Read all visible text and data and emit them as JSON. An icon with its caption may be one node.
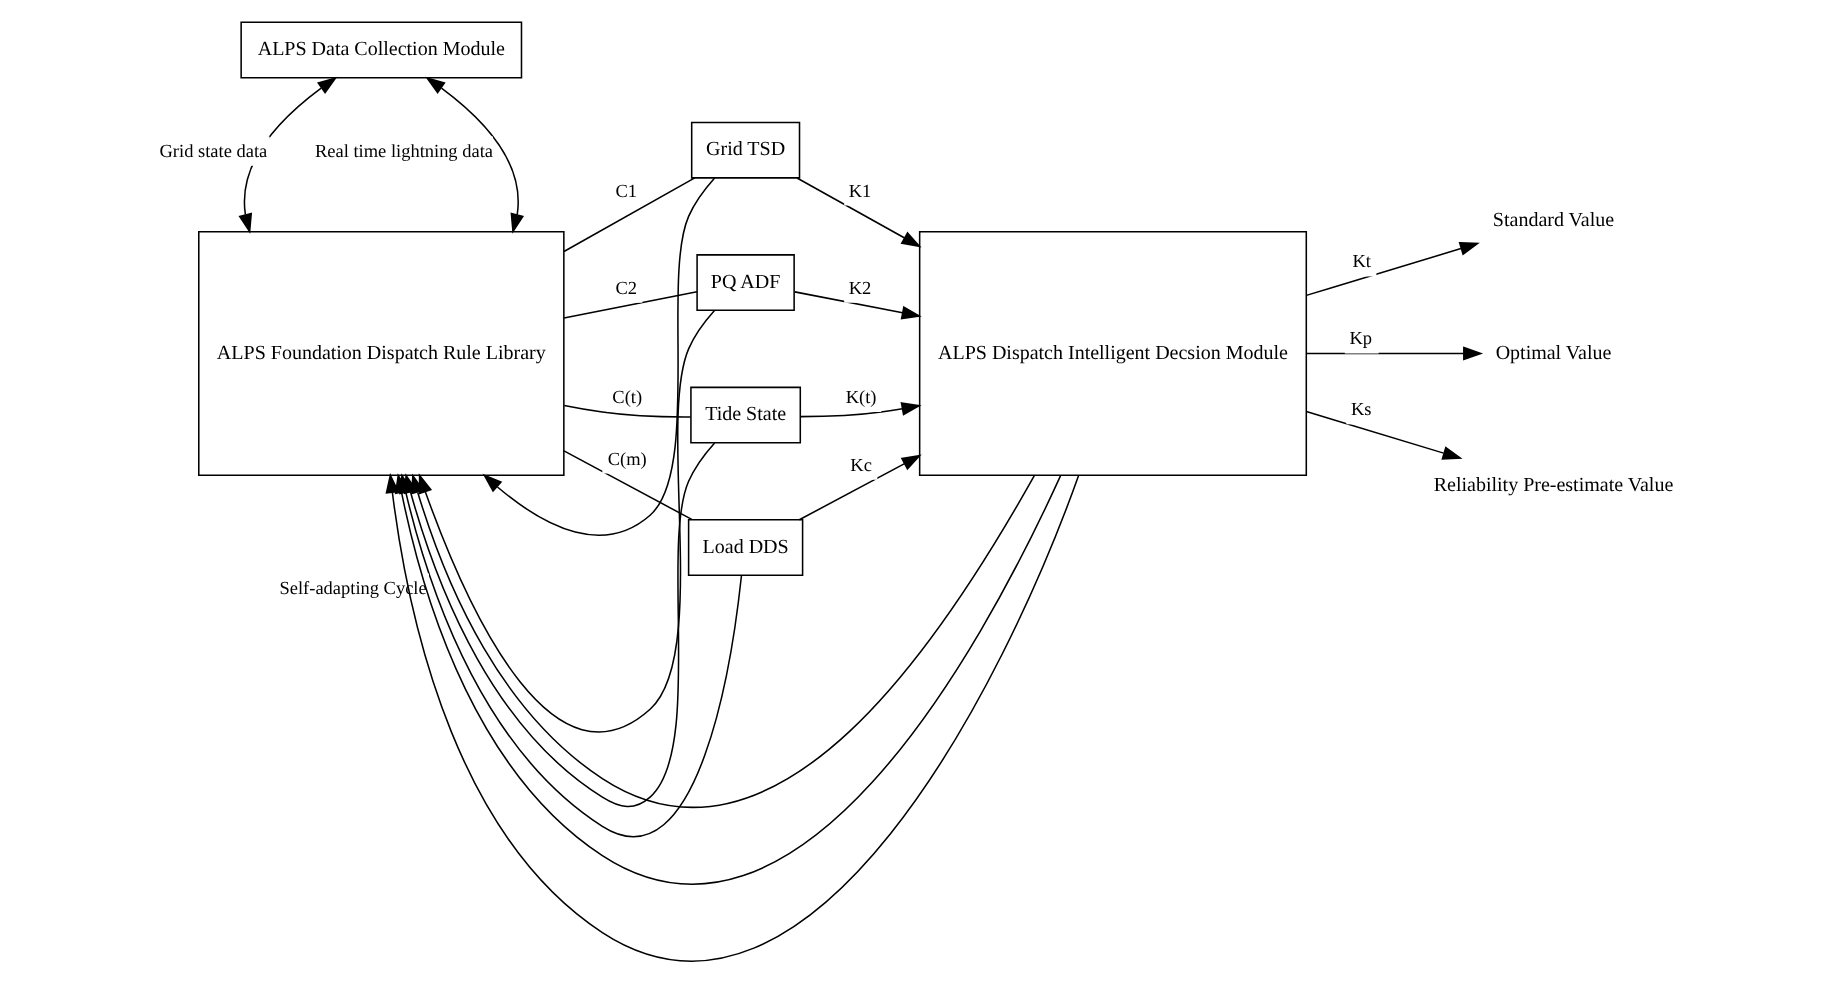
{
  "diagram": {
    "nodes": [
      {
        "text": [
          "ALPS Data Collection Module"
        ]
      },
      {
        "text": [
          "ALPS Foundation Dispatch Rule Library"
        ]
      },
      {
        "text": [
          "Grid TSD"
        ]
      },
      {
        "text": [
          "PQ ADF"
        ]
      },
      {
        "text": [
          "Tide State"
        ]
      },
      {
        "text": [
          "Load DDS"
        ]
      },
      {
        "text": [
          "ALPS Dispatch Intelligent Decsion Module"
        ]
      },
      {
        "text": [
          "Standard Value"
        ]
      },
      {
        "text": [
          "Optimal Value"
        ]
      },
      {
        "text": [
          "Reliability Pre-estimate Value"
        ]
      }
    ],
    "edges": [
      {
        "from": 0,
        "to": 1,
        "arrow": "both",
        "label": "Real time lightning data"
      },
      {
        "from": 0,
        "to": 1,
        "arrow": "both",
        "label": "Grid state data"
      },
      {
        "from": 1,
        "to": 2,
        "arrow": "none",
        "label": "C1"
      },
      {
        "from": 1,
        "to": 3,
        "arrow": "none",
        "label": "C2"
      },
      {
        "from": 1,
        "to": 4,
        "arrow": "none",
        "label": "C(t)"
      },
      {
        "from": 1,
        "to": 5,
        "arrow": "none",
        "label": "C(m)"
      },
      {
        "from": 2,
        "to": 6,
        "arrow": "to",
        "label": "K1"
      },
      {
        "from": 3,
        "to": 6,
        "arrow": "to",
        "label": "K2"
      },
      {
        "from": 4,
        "to": 6,
        "arrow": "to",
        "label": "K(t)"
      },
      {
        "from": 5,
        "to": 6,
        "arrow": "to",
        "label": "Kc"
      },
      {
        "from": 6,
        "to": 7,
        "arrow": "to",
        "label": "Kt"
      },
      {
        "from": 6,
        "to": 8,
        "arrow": "to",
        "label": "Kp"
      },
      {
        "from": 6,
        "to": 9,
        "arrow": "to",
        "label": "Ks"
      },
      {
        "from": 6,
        "to": 1,
        "arrow": "to"
      },
      {
        "from": 6,
        "to": 1,
        "arrow": "to"
      },
      {
        "from": 6,
        "to": 1,
        "arrow": "to"
      },
      {
        "from": 2,
        "to": 1,
        "arrow": "to"
      },
      {
        "from": 3,
        "to": 1,
        "arrow": "to"
      },
      {
        "from": 4,
        "to": 1,
        "arrow": "to"
      },
      {
        "from": 5,
        "to": 1,
        "arrow": "to",
        "label": "Self-adapting Cycle"
      }
    ]
  }
}
